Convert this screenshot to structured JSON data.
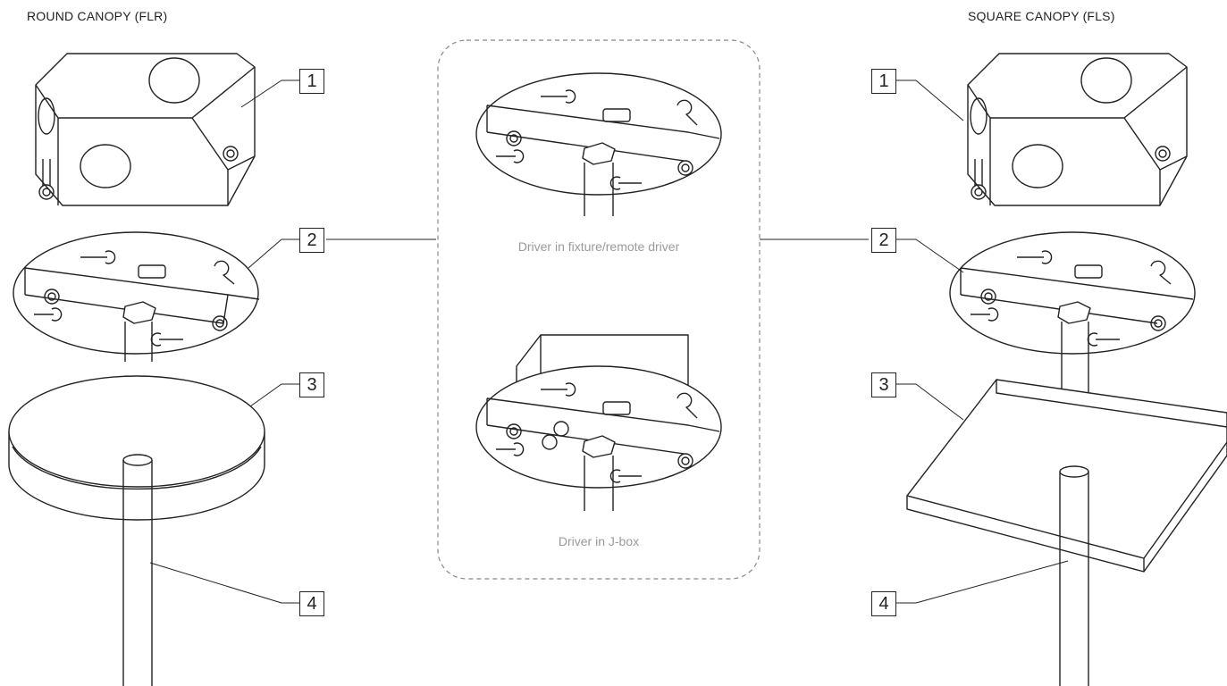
{
  "titles": {
    "left": "ROUND CANOPY (FLR)",
    "right": "SQUARE CANOPY (FLS)"
  },
  "callouts": [
    "1",
    "2",
    "3",
    "4"
  ],
  "options": {
    "top_caption": "Driver in fixture/remote driver",
    "bottom_caption": "Driver in J-box"
  },
  "colors": {
    "line": "#222222",
    "caption": "#9a9a9a",
    "dashed_border": "#888888"
  }
}
